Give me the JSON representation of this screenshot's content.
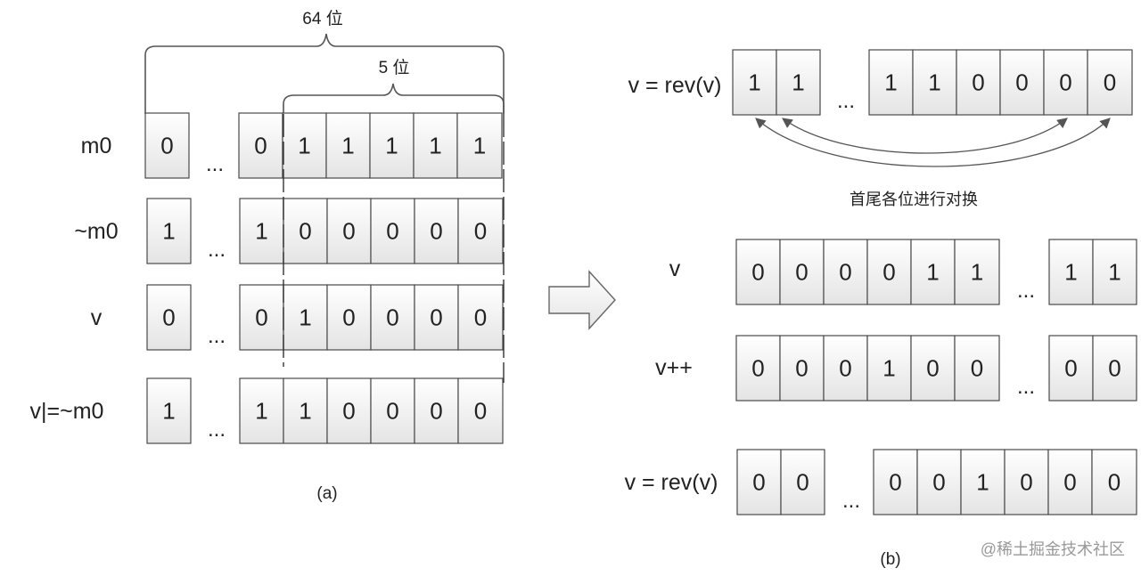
{
  "panel_a": {
    "caption": "(a)",
    "brace_64_label": "64 位",
    "brace_5_label": "5 位",
    "ellipsis": "...",
    "rows": [
      {
        "label": "m0",
        "first": "0",
        "bits": [
          "0",
          "1",
          "1",
          "1",
          "1",
          "1"
        ]
      },
      {
        "label": "~m0",
        "first": "1",
        "bits": [
          "1",
          "0",
          "0",
          "0",
          "0",
          "0"
        ]
      },
      {
        "label": "v",
        "first": "0",
        "bits": [
          "0",
          "1",
          "0",
          "0",
          "0",
          "0"
        ]
      },
      {
        "label": "v|=~m0",
        "first": "1",
        "bits": [
          "1",
          "1",
          "0",
          "0",
          "0",
          "0"
        ]
      }
    ]
  },
  "arrow": {
    "icon": "right-arrow-icon"
  },
  "panel_b": {
    "caption": "(b)",
    "swap_note": "首尾各位进行对换",
    "ellipsis": "...",
    "rows": [
      {
        "label": "v = rev(v)",
        "left": [
          "1",
          "1"
        ],
        "right": [
          "1",
          "1",
          "0",
          "0",
          "0"
        ]
      },
      {
        "label": "v",
        "left": [
          "0",
          "0",
          "0",
          "0",
          "1",
          "1"
        ],
        "right": [
          "1",
          "1"
        ]
      },
      {
        "label": "v++",
        "left": [
          "0",
          "0",
          "0",
          "1",
          "0",
          "0"
        ],
        "right": [
          "0",
          "0"
        ]
      },
      {
        "label": "v = rev(v)",
        "left": [
          "0",
          "0"
        ],
        "right": [
          "0",
          "0",
          "1",
          "0",
          "0",
          "0"
        ]
      }
    ],
    "top_row_right_last": "0"
  },
  "watermark": "@稀土掘金技术社区"
}
